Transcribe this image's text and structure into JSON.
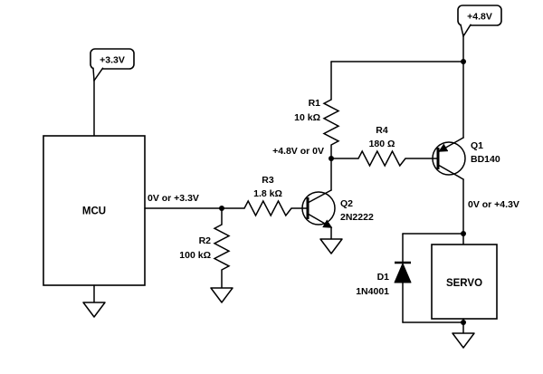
{
  "schematic": {
    "power_labels": {
      "v33": "+3.3V",
      "v48": "+4.8V"
    },
    "blocks": {
      "mcu": "MCU",
      "servo": "SERVO"
    },
    "components": {
      "r1": {
        "ref": "R1",
        "value": "10 kΩ"
      },
      "r2": {
        "ref": "R2",
        "value": "100 kΩ"
      },
      "r3": {
        "ref": "R3",
        "value": "1.8 kΩ"
      },
      "r4": {
        "ref": "R4",
        "value": "180 Ω"
      },
      "q1": {
        "ref": "Q1",
        "part": "BD140"
      },
      "q2": {
        "ref": "Q2",
        "part": "2N2222"
      },
      "d1": {
        "ref": "D1",
        "part": "1N4001"
      }
    },
    "net_labels": {
      "mcu_output": "0V or +3.3V",
      "q2_collector": "+4.8V or 0V",
      "servo_signal": "0V or +4.3V"
    }
  }
}
